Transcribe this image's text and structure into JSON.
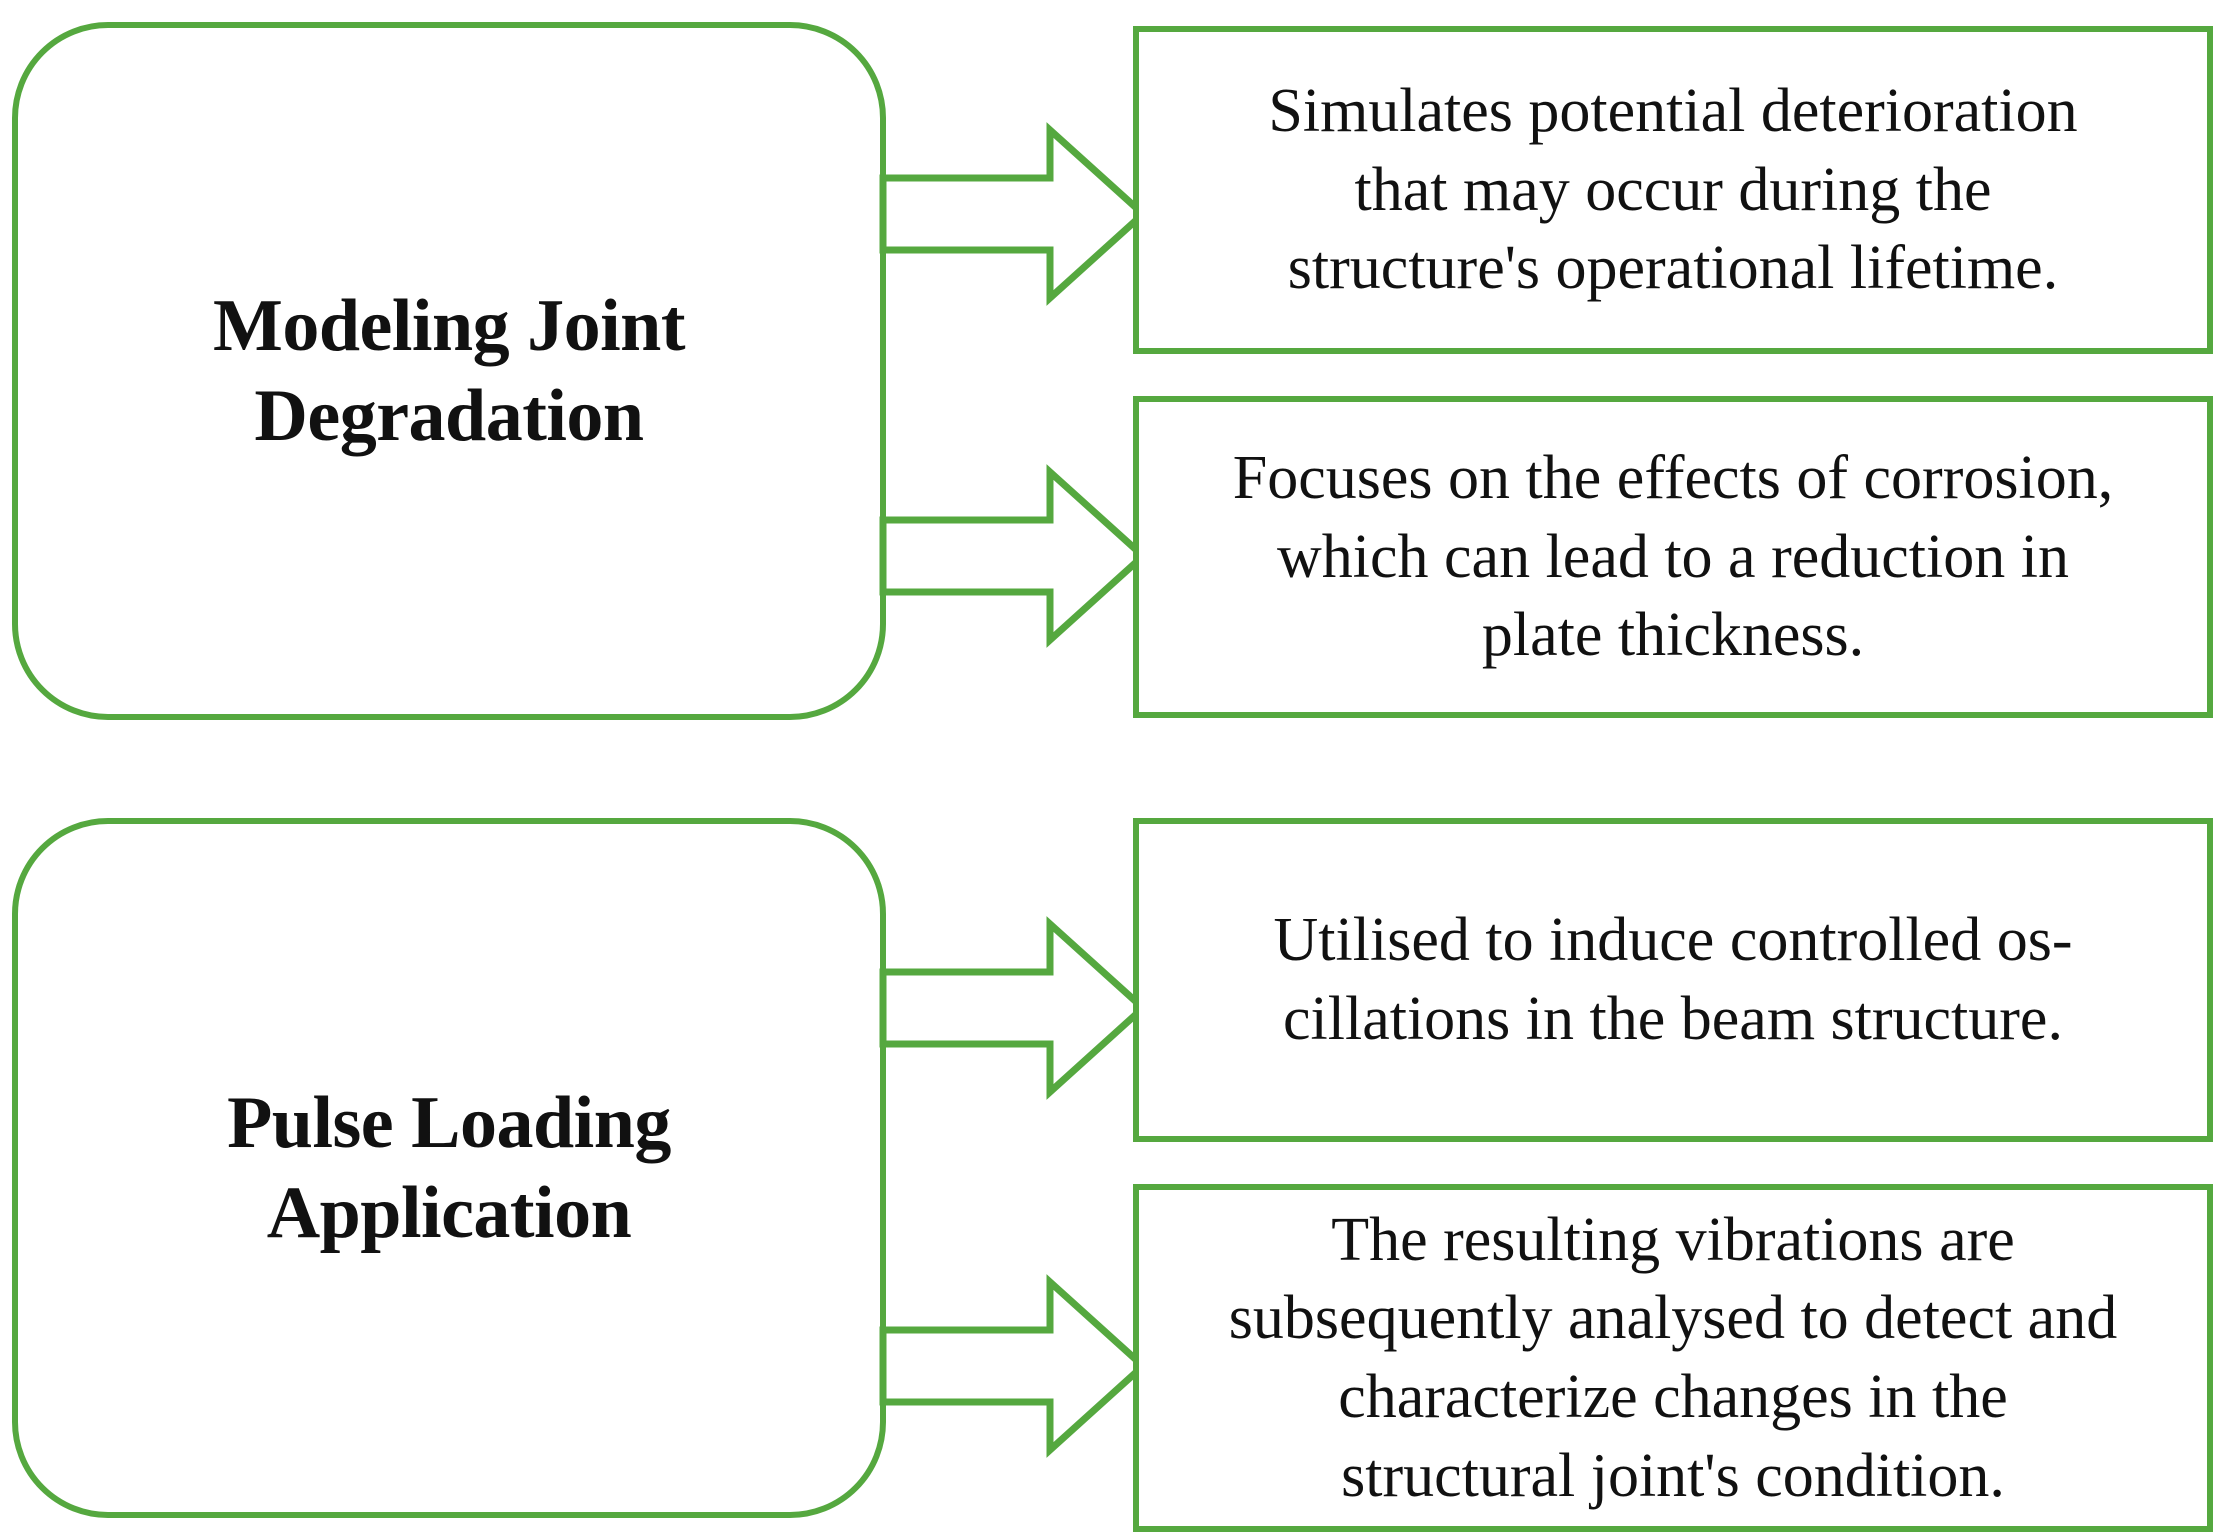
{
  "theme": {
    "accent_green": "#55a83f",
    "text_color": "#111111",
    "background": "#ffffff"
  },
  "diagram": {
    "type": "flowchart",
    "groups": [
      {
        "id": "modeling-joint-degradation",
        "title": "Modeling Joint\nDegradation",
        "title_line_1": "Modeling Joint",
        "title_line_2": "Degradation",
        "details": [
          {
            "id": "detail-1-1",
            "text": "Simulates potential deterioration that may occur during the structure's operational lifetime.",
            "lines": [
              "Simulates potential deterioration",
              "that may occur during the",
              "structure's operational lifetime."
            ]
          },
          {
            "id": "detail-1-2",
            "text": "Focuses on the effects of corrosion, which can lead to a reduction in plate thickness.",
            "lines": [
              "Focuses on the effects of corrosion,",
              "which can lead to a reduction in",
              "plate thickness."
            ]
          }
        ]
      },
      {
        "id": "pulse-loading-application",
        "title": "Pulse Loading\nApplication",
        "title_line_1": "Pulse Loading",
        "title_line_2": "Application",
        "details": [
          {
            "id": "detail-2-1",
            "text": "Utilised to induce controlled os-cillations in the beam structure.",
            "lines": [
              "Utilised to induce controlled os-",
              "cillations in the beam structure."
            ]
          },
          {
            "id": "detail-2-2",
            "text": "The resulting vibrations are subsequently analysed to detect and characterize changes in the structural joint's condition.",
            "lines": [
              "The resulting vibrations are",
              "subsequently analysed to detect and",
              "characterize changes in the",
              "structural joint's condition."
            ]
          }
        ]
      }
    ],
    "connectors": [
      {
        "id": "arrow-1",
        "icon": "right-block-arrow-icon",
        "from": "modeling-joint-degradation",
        "to": "detail-1-1"
      },
      {
        "id": "arrow-2",
        "icon": "right-block-arrow-icon",
        "from": "modeling-joint-degradation",
        "to": "detail-1-2"
      },
      {
        "id": "arrow-3",
        "icon": "right-block-arrow-icon",
        "from": "pulse-loading-application",
        "to": "detail-2-1"
      },
      {
        "id": "arrow-4",
        "icon": "right-block-arrow-icon",
        "from": "pulse-loading-application",
        "to": "detail-2-2"
      }
    ]
  }
}
